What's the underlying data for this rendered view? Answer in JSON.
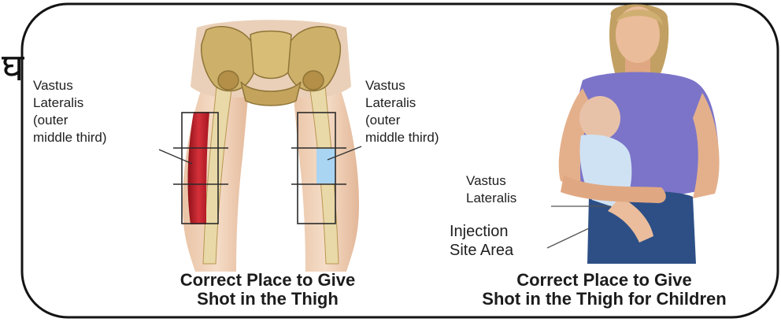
{
  "glyph": "घ",
  "left_panel": {
    "label_left": "Vastus\nLateralis\n(outer\nmiddle third)",
    "label_right": "Vastus\nLateralis\n(outer\nmiddle third)",
    "caption": "Correct Place to Give\nShot in the Thigh"
  },
  "right_panel": {
    "label_vastus": "Vastus\nLateralis",
    "label_injection": "Injection\nSite Area",
    "caption": "Correct Place to Give\nShot in the Thigh for Children"
  },
  "colors": {
    "muscle_red": "#c0202a",
    "injection_blue": "#a9d4f2",
    "shirt_purple": "#7b74c8",
    "jeans_blue": "#2d4f86",
    "skin": "#e7b48f",
    "bone": "#c9ab63"
  }
}
